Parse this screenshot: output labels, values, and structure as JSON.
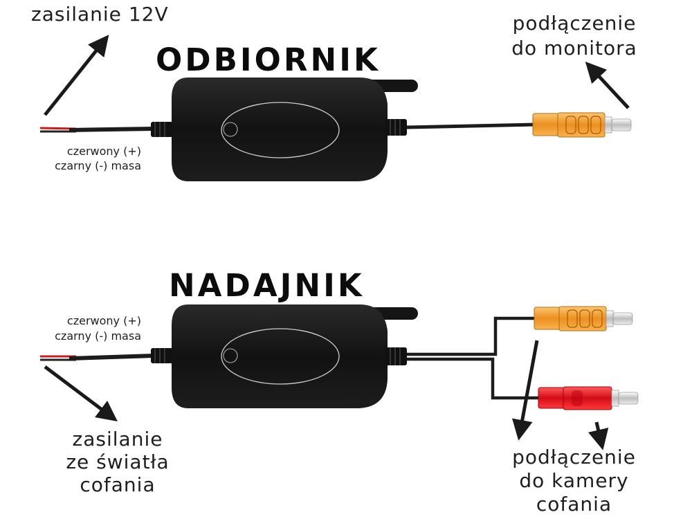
{
  "receiver": {
    "title": "ODBIORNIK",
    "power_label": "zasilanie 12V",
    "wire_label_1": "czerwony (+)",
    "wire_label_2": "czarny (-) masa",
    "monitor_label_1": "podłączenie",
    "monitor_label_2": "do monitora"
  },
  "transmitter": {
    "title": "NADAJNIK",
    "wire_label_1": "czerwony (+)",
    "wire_label_2": "czarny (-) masa",
    "power_label_1": "zasilanie",
    "power_label_2": "ze światła",
    "power_label_3": "cofania",
    "camera_label_1": "podłączenie",
    "camera_label_2": "do kamery",
    "camera_label_3": "cofania"
  },
  "colors": {
    "device_body": "#151515",
    "cable": "#1c1c1c",
    "rca_yellow": "#f0a032",
    "rca_red": "#d81020",
    "wire_red": "#d01818",
    "arrow": "#1a1a1a"
  },
  "icons": {
    "receiver_device": "wireless-receiver-box",
    "transmitter_device": "wireless-transmitter-box",
    "connector": "rca-plug"
  }
}
